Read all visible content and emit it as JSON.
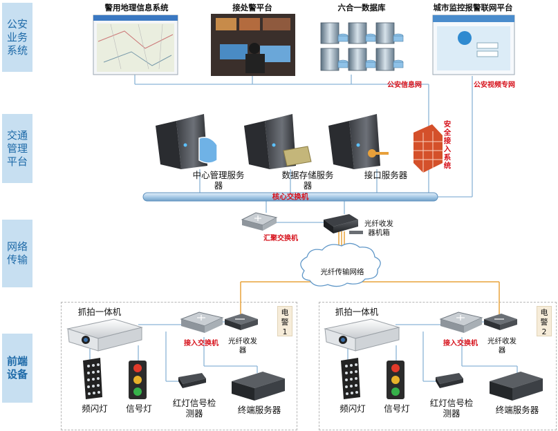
{
  "layers": [
    {
      "id": "public-security",
      "label": "公安\n业务\n系统"
    },
    {
      "id": "traffic-platform",
      "label": "交通\n管理\n平台"
    },
    {
      "id": "network",
      "label": "网络\n传输"
    },
    {
      "id": "frontend",
      "label": "前端\n设备"
    }
  ],
  "public_security": {
    "gis": "警用地理信息系统",
    "dispatch": "接处警平台",
    "database": "六合一数据库",
    "video_alarm": "城市监控报警联网平台",
    "info_net": "公安信息网",
    "video_net": "公安视频专网"
  },
  "platform": {
    "center_server": "中心管理服务\n器",
    "storage_server": "数据存储服务\n器",
    "interface_server": "接口服务器",
    "security_access": "安\n全\n接\n入\n系\n统",
    "core_switch": "核心交换机"
  },
  "network": {
    "aggregation_switch": "汇聚交换机",
    "fiber_chassis": "光纤收发\n器机箱",
    "fiber_net": "光纤传输网络"
  },
  "sites": [
    {
      "camera": "抓拍一体机",
      "access_switch": "接入交换机",
      "fiber_transceiver": "光纤收发\n器",
      "alarm": "电\n警\n1",
      "flash": "频闪灯",
      "signal": "信号灯",
      "detector": "红灯信号检\n测器",
      "terminal": "终端服务器"
    },
    {
      "camera": "抓拍一体机",
      "access_switch": "接入交换机",
      "fiber_transceiver": "光纤收发\n器",
      "alarm": "电\n警\n2",
      "flash": "频闪灯",
      "signal": "信号灯",
      "detector": "红灯信号检\n测器",
      "terminal": "终端服务器"
    }
  ],
  "colors": {
    "layer_bg": "#c7dff1",
    "layer_text": "#1e6aa8",
    "red_label": "#d6101a",
    "line_blue": "#8ab4d6",
    "line_orange": "#e8a33a"
  }
}
